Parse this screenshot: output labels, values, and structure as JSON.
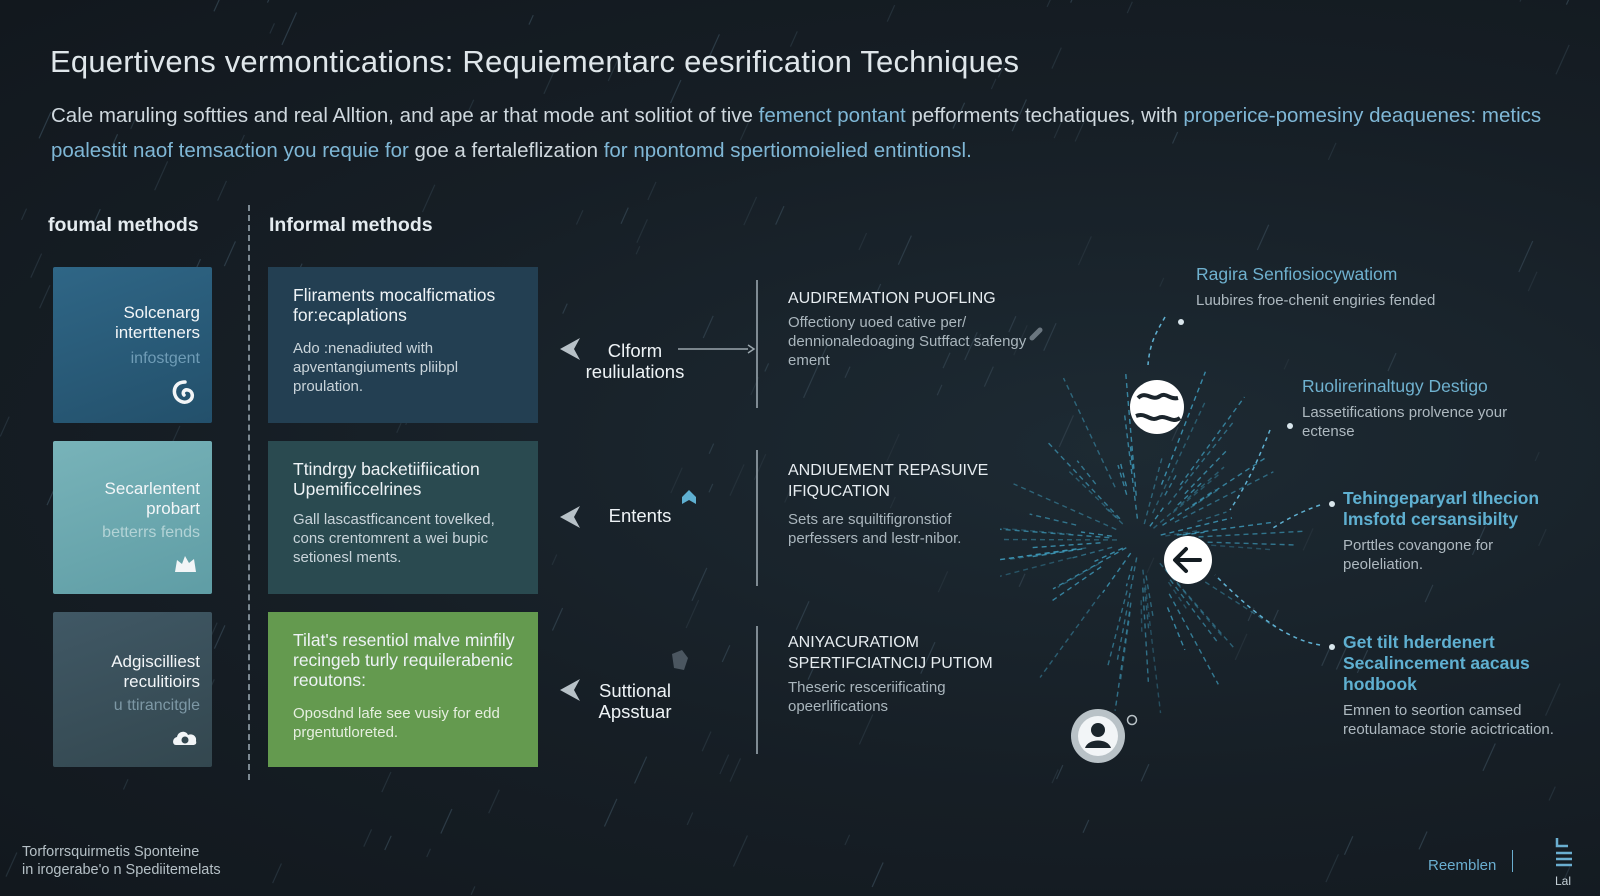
{
  "title": "Equertivens vermontications: Requiementarc eesrification Techniques",
  "intro": {
    "p1": "Cale maruling softties and real Alltion, and ape ar that mode ant solitiot of tive ",
    "h1": "femenct pontant",
    "p2": " pefforments techatiques, with ",
    "h2": "properice-pomesiny deaquenes: metics poalestit naof temsaction you requie for",
    "p3": " goe a fertaleflization ",
    "h3": "for npontomd spertiomoielied entintionsl."
  },
  "columns": {
    "formal": "foumal methods",
    "informal": "Informal methods"
  },
  "left_cards": [
    {
      "title": "Solcenarg intertteners",
      "sub": "infostgent",
      "icon": "swirl-icon"
    },
    {
      "title": "Secarlentent probart",
      "sub": "betterrs fends",
      "icon": "cloud-icon"
    },
    {
      "title": "Adgiscilliest reculitioirs",
      "sub": "u ttirancitgle",
      "icon": "cloud-icon"
    }
  ],
  "mid_cards": [
    {
      "title": "Fliraments mocalficmatios for:ecaplations",
      "desc": "Ado :nenadiuted  with apventangiuments pliibpl proulation."
    },
    {
      "title": "Ttindrgy backetiifiication Upemificcelrines",
      "desc": "Gall lascastficancent tovelked, cons crentomrent a wei bupic  setionesl ments."
    },
    {
      "title": "Tilat's resentiol malve minfily recingeb turly requilerabenic reoutons:",
      "desc": "Oposdnd lafe see vusiy for edd  prgentutloreted."
    }
  ],
  "arrows": [
    {
      "label": "Clform reuliulations"
    },
    {
      "label": "Entents"
    },
    {
      "label": "Suttional Apsstuar"
    }
  ],
  "right_blocks": [
    {
      "title": "AUDIREMATION PUOFLING",
      "desc": "Offectiony uoed cative per/ dennionaledoaging Sutffact safengy ement"
    },
    {
      "title": "ANDIUEMENT REPASUIVE IFIQUCATION",
      "desc": "Sets are squiltifigronstiof perfessers and lestr-nibor."
    },
    {
      "title": "ANIYACURATIOM SPERTIFCIATNCIJ PUTIOM",
      "desc": "Theseric resceriificating opeerlifications"
    }
  ],
  "nodes": [
    {
      "title": "Ragira Senfiosiocywatiom",
      "desc": "Luubires froe-chenit engiries fended"
    },
    {
      "title": "Ruolirerinaltugy Destigo",
      "desc": "Lassetifications prolvence your ectense"
    },
    {
      "title": "Tehingeparyarl tlhecion lmsfotd cersansibilty",
      "desc": "Porttles covangone for peoleliation."
    },
    {
      "title": "Get tilt hderdenert Secalincement aacaus hodbook",
      "desc": "Emnen to seortion camsed reotulamace storie acictrication."
    }
  ],
  "footer": {
    "line1": "Torforrsquirmetis Sponteine",
    "line2": "in irogerabe'o n Spediitemelats"
  },
  "brand": "Reemblen",
  "corner_label": "Lal",
  "colors": {
    "accent": "#5fb0d1",
    "card_blue": "#2b5d7c",
    "card_teal": "#6eaab0",
    "card_slate": "#3a505d",
    "card_green": "#6aa254"
  }
}
